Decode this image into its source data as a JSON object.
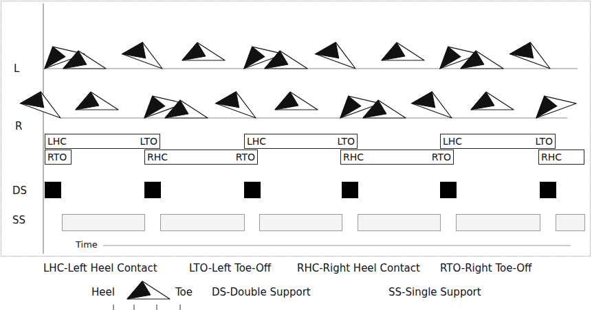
{
  "diagram": {
    "nodes": [
      {
        "text": [
          "LHC",
          "LTO"
        ]
      },
      {
        "text": [
          "LHC",
          "LTO"
        ]
      },
      {
        "text": [
          "LHC",
          "LTO"
        ]
      },
      {
        "text": [
          "RTO"
        ]
      },
      {
        "text": [
          "RHC",
          "RTO"
        ]
      },
      {
        "text": [
          "RHC",
          "RTO"
        ]
      },
      {
        "text": [
          "RHC"
        ]
      }
    ],
    "labels": [
      "L",
      "R",
      "DS",
      "SS",
      "Time",
      "LHC-Left Heel Contact",
      "LTO-Left Toe-Off",
      "RHC-Right Heel Contact",
      "RTO-Right Toe-Off",
      "Heel",
      "Toe",
      "DS-Double Support",
      "SS-Single Support"
    ]
  }
}
